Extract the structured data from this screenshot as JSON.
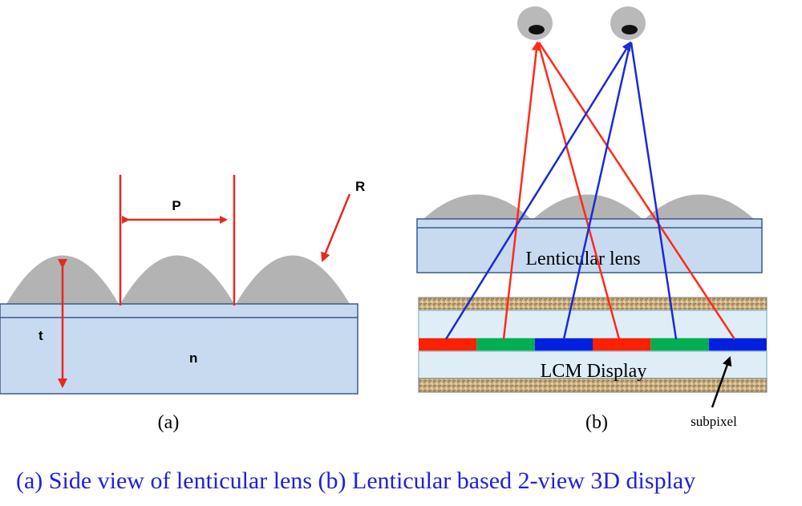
{
  "panel_a": {
    "label_pitch": "P",
    "label_radius": "R",
    "label_thickness": "t",
    "label_index": "n",
    "caption": "(a)"
  },
  "panel_b": {
    "lens_label": "Lenticular lens",
    "display_label": "LCM Display",
    "subpixel_label": "subpixel",
    "caption": "(b)",
    "subpixel_colors": [
      "#ff2000",
      "#00b050",
      "#0020e0",
      "#ff2000",
      "#00b050",
      "#0020e0"
    ],
    "ray_colors": {
      "left_eye": "#ff2a1a",
      "right_eye": "#1a2ad6"
    }
  },
  "colors": {
    "lens_gray": "#b3b3b3",
    "substrate_blue": "#c8daf0",
    "glass_blue": "#dfeef6",
    "dimension_red": "#e8281e",
    "caption_blue": "#2020d8"
  },
  "figure_caption": "(a) Side view of lenticular lens (b) Lenticular based 2-view 3D display"
}
